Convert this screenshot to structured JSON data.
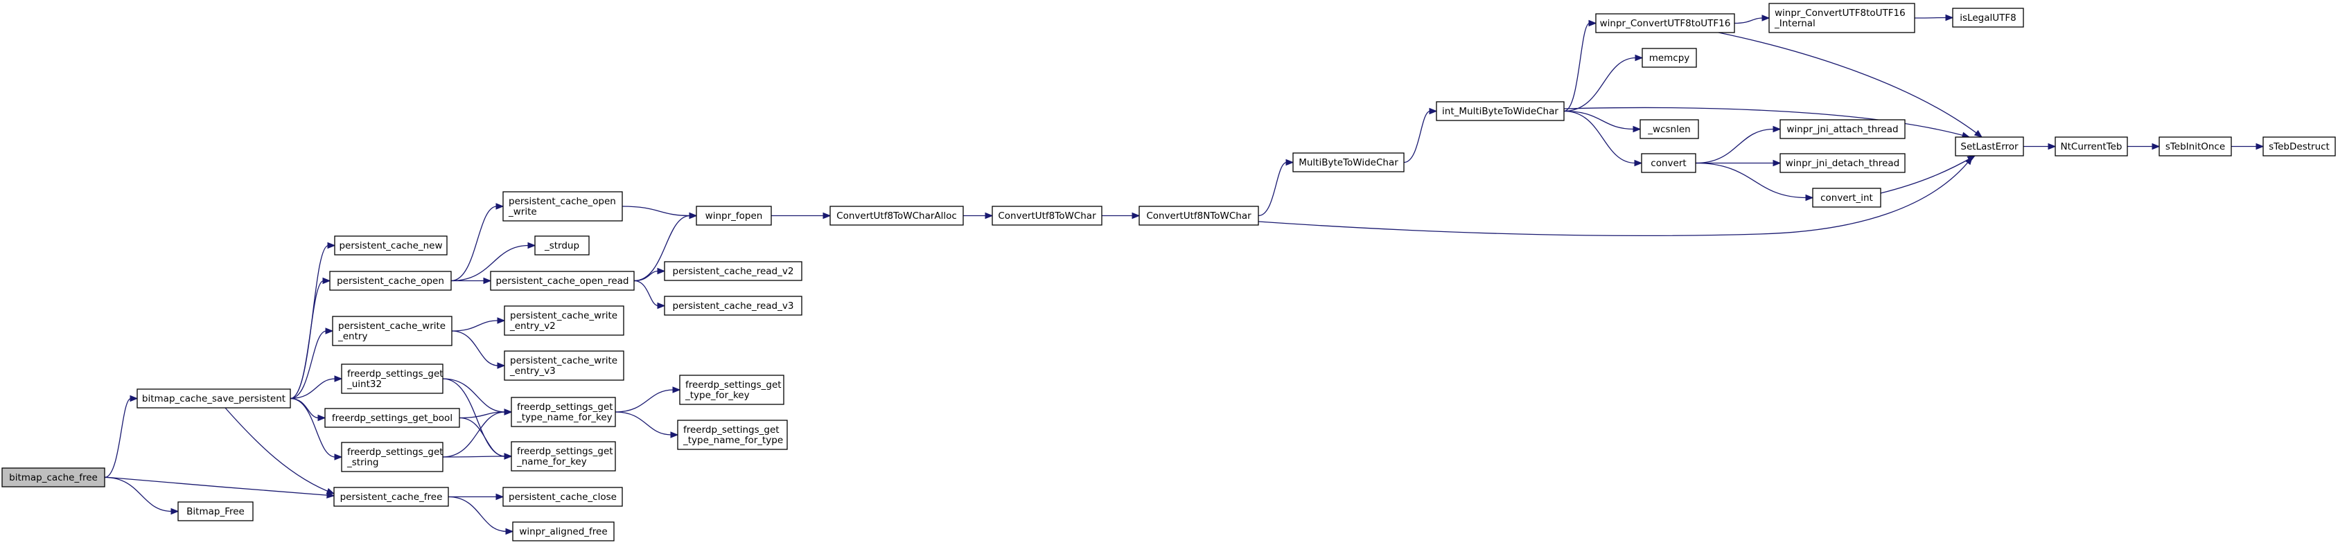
{
  "graph": {
    "colors": {
      "edge": "#191970",
      "node_border": "#000000",
      "root_fill": "#bfbfbf",
      "node_fill": "#ffffff",
      "background": "#ffffff"
    },
    "nodes": [
      {
        "id": "bitmap_cache_free",
        "lines": [
          "bitmap_cache_free"
        ],
        "root": true
      },
      {
        "id": "bitmap_cache_save_persistent",
        "lines": [
          "bitmap_cache_save_persistent"
        ]
      },
      {
        "id": "Bitmap_Free",
        "lines": [
          "Bitmap_Free"
        ]
      },
      {
        "id": "persistent_cache_new",
        "lines": [
          "persistent_cache_new"
        ]
      },
      {
        "id": "persistent_cache_open",
        "lines": [
          "persistent_cache_open"
        ]
      },
      {
        "id": "persistent_cache_write_entry",
        "lines": [
          "persistent_cache_write",
          "_entry"
        ]
      },
      {
        "id": "freerdp_settings_get_uint32",
        "lines": [
          "freerdp_settings_get",
          "_uint32"
        ]
      },
      {
        "id": "freerdp_settings_get_bool",
        "lines": [
          "freerdp_settings_get_bool"
        ]
      },
      {
        "id": "freerdp_settings_get_string",
        "lines": [
          "freerdp_settings_get",
          "_string"
        ]
      },
      {
        "id": "persistent_cache_free",
        "lines": [
          "persistent_cache_free"
        ]
      },
      {
        "id": "persistent_cache_open_write",
        "lines": [
          "persistent_cache_open",
          "_write"
        ]
      },
      {
        "id": "_strdup",
        "lines": [
          "_strdup"
        ]
      },
      {
        "id": "persistent_cache_open_read",
        "lines": [
          "persistent_cache_open_read"
        ]
      },
      {
        "id": "persistent_cache_write_entry_v2",
        "lines": [
          "persistent_cache_write",
          "_entry_v2"
        ]
      },
      {
        "id": "persistent_cache_write_entry_v3",
        "lines": [
          "persistent_cache_write",
          "_entry_v3"
        ]
      },
      {
        "id": "freerdp_settings_get_type_name_for_key",
        "lines": [
          "freerdp_settings_get",
          "_type_name_for_key"
        ]
      },
      {
        "id": "freerdp_settings_get_name_for_key",
        "lines": [
          "freerdp_settings_get",
          "_name_for_key"
        ]
      },
      {
        "id": "persistent_cache_close",
        "lines": [
          "persistent_cache_close"
        ]
      },
      {
        "id": "winpr_aligned_free",
        "lines": [
          "winpr_aligned_free"
        ]
      },
      {
        "id": "winpr_fopen",
        "lines": [
          "winpr_fopen"
        ]
      },
      {
        "id": "persistent_cache_read_v2",
        "lines": [
          "persistent_cache_read_v2"
        ]
      },
      {
        "id": "persistent_cache_read_v3",
        "lines": [
          "persistent_cache_read_v3"
        ]
      },
      {
        "id": "freerdp_settings_get_type_for_key",
        "lines": [
          "freerdp_settings_get",
          "_type_for_key"
        ]
      },
      {
        "id": "freerdp_settings_get_type_name_for_type",
        "lines": [
          "freerdp_settings_get",
          "_type_name_for_type"
        ]
      },
      {
        "id": "ConvertUtf8ToWCharAlloc",
        "lines": [
          "ConvertUtf8ToWCharAlloc"
        ]
      },
      {
        "id": "ConvertUtf8ToWChar",
        "lines": [
          "ConvertUtf8ToWChar"
        ]
      },
      {
        "id": "ConvertUtf8NToWChar",
        "lines": [
          "ConvertUtf8NToWChar"
        ]
      },
      {
        "id": "MultiByteToWideChar",
        "lines": [
          "MultiByteToWideChar"
        ]
      },
      {
        "id": "int_MultiByteToWideChar",
        "lines": [
          "int_MultiByteToWideChar"
        ]
      },
      {
        "id": "winpr_ConvertUTF8toUTF16",
        "lines": [
          "winpr_ConvertUTF8toUTF16"
        ]
      },
      {
        "id": "memcpy",
        "lines": [
          "memcpy"
        ]
      },
      {
        "id": "_wcsnlen",
        "lines": [
          "_wcsnlen"
        ]
      },
      {
        "id": "convert",
        "lines": [
          "convert"
        ]
      },
      {
        "id": "winpr_ConvertUTF8toUTF16_Internal",
        "lines": [
          "winpr_ConvertUTF8toUTF16",
          "_Internal"
        ]
      },
      {
        "id": "isLegalUTF8",
        "lines": [
          "isLegalUTF8"
        ]
      },
      {
        "id": "winpr_jni_attach_thread",
        "lines": [
          "winpr_jni_attach_thread"
        ]
      },
      {
        "id": "winpr_jni_detach_thread",
        "lines": [
          "winpr_jni_detach_thread"
        ]
      },
      {
        "id": "convert_int",
        "lines": [
          "convert_int"
        ]
      },
      {
        "id": "SetLastError",
        "lines": [
          "SetLastError"
        ]
      },
      {
        "id": "NtCurrentTeb",
        "lines": [
          "NtCurrentTeb"
        ]
      },
      {
        "id": "sTebInitOnce",
        "lines": [
          "sTebInitOnce"
        ]
      },
      {
        "id": "sTebDestruct",
        "lines": [
          "sTebDestruct"
        ]
      }
    ],
    "edges": [
      [
        "bitmap_cache_free",
        "bitmap_cache_save_persistent"
      ],
      [
        "bitmap_cache_free",
        "Bitmap_Free"
      ],
      [
        "bitmap_cache_free",
        "persistent_cache_free"
      ],
      [
        "bitmap_cache_save_persistent",
        "persistent_cache_new"
      ],
      [
        "bitmap_cache_save_persistent",
        "persistent_cache_open"
      ],
      [
        "bitmap_cache_save_persistent",
        "persistent_cache_write_entry"
      ],
      [
        "bitmap_cache_save_persistent",
        "freerdp_settings_get_uint32"
      ],
      [
        "bitmap_cache_save_persistent",
        "freerdp_settings_get_bool"
      ],
      [
        "bitmap_cache_save_persistent",
        "freerdp_settings_get_string"
      ],
      [
        "bitmap_cache_save_persistent",
        "persistent_cache_free"
      ],
      [
        "persistent_cache_open",
        "persistent_cache_open_write"
      ],
      [
        "persistent_cache_open",
        "_strdup"
      ],
      [
        "persistent_cache_open",
        "persistent_cache_open_read"
      ],
      [
        "persistent_cache_write_entry",
        "persistent_cache_write_entry_v2"
      ],
      [
        "persistent_cache_write_entry",
        "persistent_cache_write_entry_v3"
      ],
      [
        "freerdp_settings_get_uint32",
        "freerdp_settings_get_type_name_for_key"
      ],
      [
        "freerdp_settings_get_uint32",
        "freerdp_settings_get_name_for_key"
      ],
      [
        "freerdp_settings_get_bool",
        "freerdp_settings_get_type_name_for_key"
      ],
      [
        "freerdp_settings_get_bool",
        "freerdp_settings_get_name_for_key"
      ],
      [
        "freerdp_settings_get_string",
        "freerdp_settings_get_type_name_for_key"
      ],
      [
        "freerdp_settings_get_string",
        "freerdp_settings_get_name_for_key"
      ],
      [
        "persistent_cache_free",
        "persistent_cache_close"
      ],
      [
        "persistent_cache_free",
        "winpr_aligned_free"
      ],
      [
        "persistent_cache_open_write",
        "winpr_fopen"
      ],
      [
        "persistent_cache_open_read",
        "winpr_fopen"
      ],
      [
        "persistent_cache_open_read",
        "persistent_cache_read_v2"
      ],
      [
        "persistent_cache_open_read",
        "persistent_cache_read_v3"
      ],
      [
        "freerdp_settings_get_type_name_for_key",
        "freerdp_settings_get_type_for_key"
      ],
      [
        "freerdp_settings_get_type_name_for_key",
        "freerdp_settings_get_type_name_for_type"
      ],
      [
        "winpr_fopen",
        "ConvertUtf8ToWCharAlloc"
      ],
      [
        "ConvertUtf8ToWCharAlloc",
        "ConvertUtf8ToWChar"
      ],
      [
        "ConvertUtf8ToWChar",
        "ConvertUtf8NToWChar"
      ],
      [
        "ConvertUtf8NToWChar",
        "MultiByteToWideChar"
      ],
      [
        "ConvertUtf8NToWChar",
        "SetLastError"
      ],
      [
        "MultiByteToWideChar",
        "int_MultiByteToWideChar"
      ],
      [
        "int_MultiByteToWideChar",
        "winpr_ConvertUTF8toUTF16"
      ],
      [
        "int_MultiByteToWideChar",
        "memcpy"
      ],
      [
        "int_MultiByteToWideChar",
        "SetLastError"
      ],
      [
        "int_MultiByteToWideChar",
        "_wcsnlen"
      ],
      [
        "int_MultiByteToWideChar",
        "convert"
      ],
      [
        "winpr_ConvertUTF8toUTF16",
        "winpr_ConvertUTF8toUTF16_Internal"
      ],
      [
        "winpr_ConvertUTF8toUTF16",
        "SetLastError"
      ],
      [
        "winpr_ConvertUTF8toUTF16_Internal",
        "isLegalUTF8"
      ],
      [
        "convert",
        "winpr_jni_attach_thread"
      ],
      [
        "convert",
        "winpr_jni_detach_thread"
      ],
      [
        "convert",
        "convert_int"
      ],
      [
        "convert_int",
        "SetLastError"
      ],
      [
        "SetLastError",
        "NtCurrentTeb"
      ],
      [
        "NtCurrentTeb",
        "sTebInitOnce"
      ],
      [
        "sTebInitOnce",
        "sTebDestruct"
      ]
    ]
  }
}
